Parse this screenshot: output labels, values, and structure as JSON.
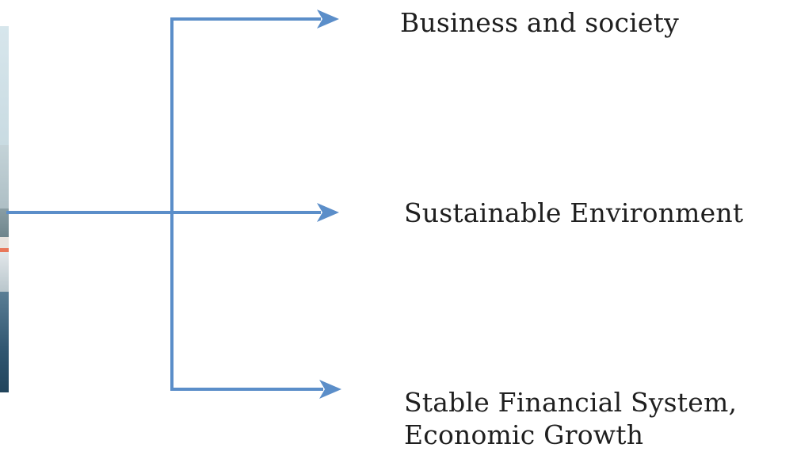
{
  "diagram": {
    "branches": [
      {
        "label": "Business and society"
      },
      {
        "label": "Sustainable Environment"
      },
      {
        "label_lines": [
          "Stable Financial System,",
          "Economic Growth"
        ]
      }
    ],
    "colors": {
      "connector": "#5b8ec9",
      "text": "#1f1f1f",
      "background": "#ffffff"
    }
  }
}
